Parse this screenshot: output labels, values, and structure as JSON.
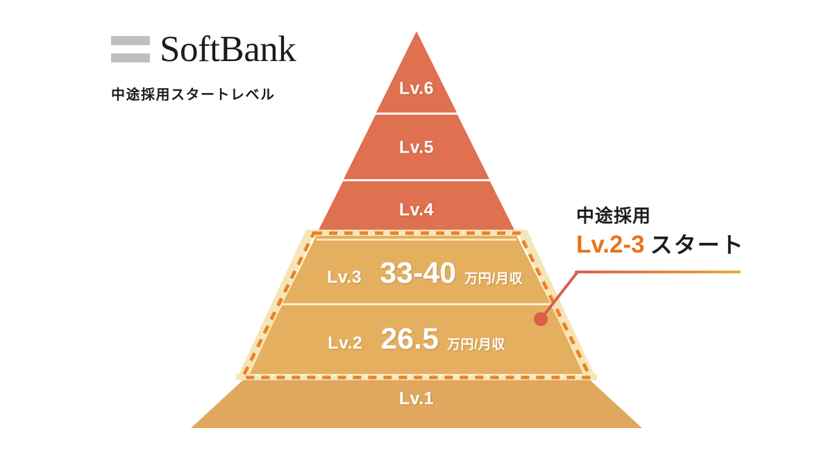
{
  "brand": {
    "logo_name": "SoftBank",
    "logo_mark": "softbank-logo-bars",
    "subtitle": "中途採用スタートレベル"
  },
  "chart_data": {
    "type": "pyramid",
    "title": "中途採用スタートレベル",
    "apex_label": "Lv.6",
    "levels": [
      {
        "id": "lv6",
        "label": "Lv.6",
        "amount": "",
        "unit": "",
        "color": "#df7050",
        "highlighted": false
      },
      {
        "id": "lv5",
        "label": "Lv.5",
        "amount": "",
        "unit": "",
        "color": "#df7050",
        "highlighted": false
      },
      {
        "id": "lv4",
        "label": "Lv.4",
        "amount": "",
        "unit": "",
        "color": "#df7050",
        "highlighted": false
      },
      {
        "id": "lv3",
        "label": "Lv.3",
        "amount": "33-40",
        "unit": "万円/月収",
        "color": "#e4b05f",
        "highlighted": true
      },
      {
        "id": "lv2",
        "label": "Lv.2",
        "amount": "26.5",
        "unit": "万円/月収",
        "color": "#e4b05f",
        "highlighted": true
      },
      {
        "id": "lv1",
        "label": "Lv.1",
        "amount": "",
        "unit": "",
        "color": "#e0a85e",
        "highlighted": false
      }
    ],
    "highlight": {
      "levels": [
        "Lv.3",
        "Lv.2"
      ],
      "border_color": "#ef8125",
      "band_color": "#f4e6b8",
      "style": "dashed"
    },
    "annotation": {
      "line1": "中途採用",
      "line2_highlight": "Lv.2-3",
      "line2_tail": "スタート",
      "highlight_color": "#ea7318",
      "connector_dot_color": "#d9604a",
      "connector_line_start": "#d9604a",
      "connector_line_end": "#e8a93f"
    }
  },
  "colors": {
    "background": "#ffffff",
    "upper_tier": "#df7050",
    "mid_tier": "#e4b05f",
    "base_tier": "#e0a85e",
    "logo_gray": "#bfbfbf",
    "text_dark": "#1c1c1c",
    "text_light": "#ffffff",
    "accent_orange": "#ea7318"
  }
}
